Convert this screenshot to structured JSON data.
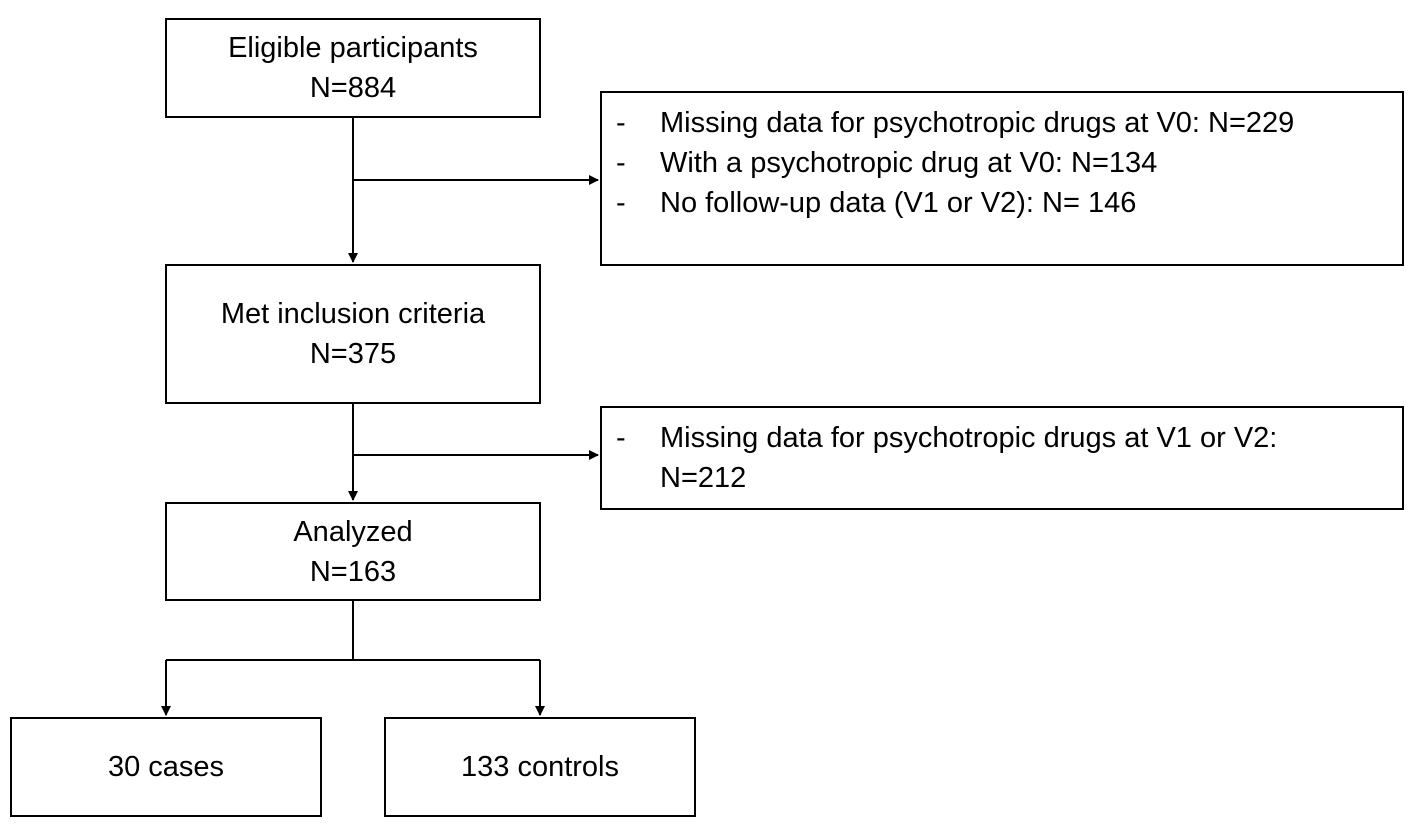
{
  "nodes": {
    "eligible": {
      "title": "Eligible participants",
      "n": "N=884"
    },
    "inclusion": {
      "title": "Met inclusion criteria",
      "n": "N=375"
    },
    "analyzed": {
      "title": "Analyzed",
      "n": "N=163"
    },
    "cases": {
      "label": "30 cases"
    },
    "controls": {
      "label": "133 controls"
    }
  },
  "exclusions": {
    "first": {
      "dash": "-",
      "items": [
        "Missing data for psychotropic drugs at V0: N=229",
        "With a psychotropic drug at V0: N=134",
        "No follow-up data (V1 or V2): N= 146"
      ]
    },
    "second": {
      "dash": "-",
      "line1": "Missing data for psychotropic drugs at V1 or V2:",
      "line2": "N=212"
    }
  }
}
